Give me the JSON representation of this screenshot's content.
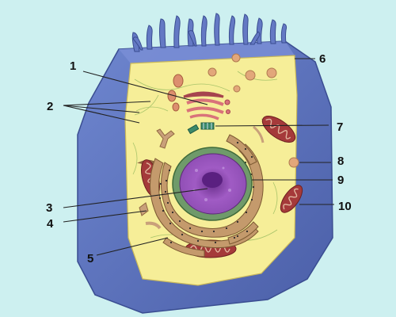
{
  "labels": {
    "l1": "1",
    "l2": "2",
    "l3": "3",
    "l4": "4",
    "l5": "5",
    "l6": "6",
    "l7": "7",
    "l8": "8",
    "l9": "9",
    "l10": "10"
  },
  "colors": {
    "background": "#cdf0f0",
    "cell_wall": "#5f78c2",
    "cytoplasm": "#f6ee98",
    "nucleus": "#9a4fb8",
    "nuclear_envelope": "#6f9a6a",
    "rough_er": "#c49a6c",
    "mitochondria": "#a53a3a",
    "golgi": "#d9727a"
  }
}
